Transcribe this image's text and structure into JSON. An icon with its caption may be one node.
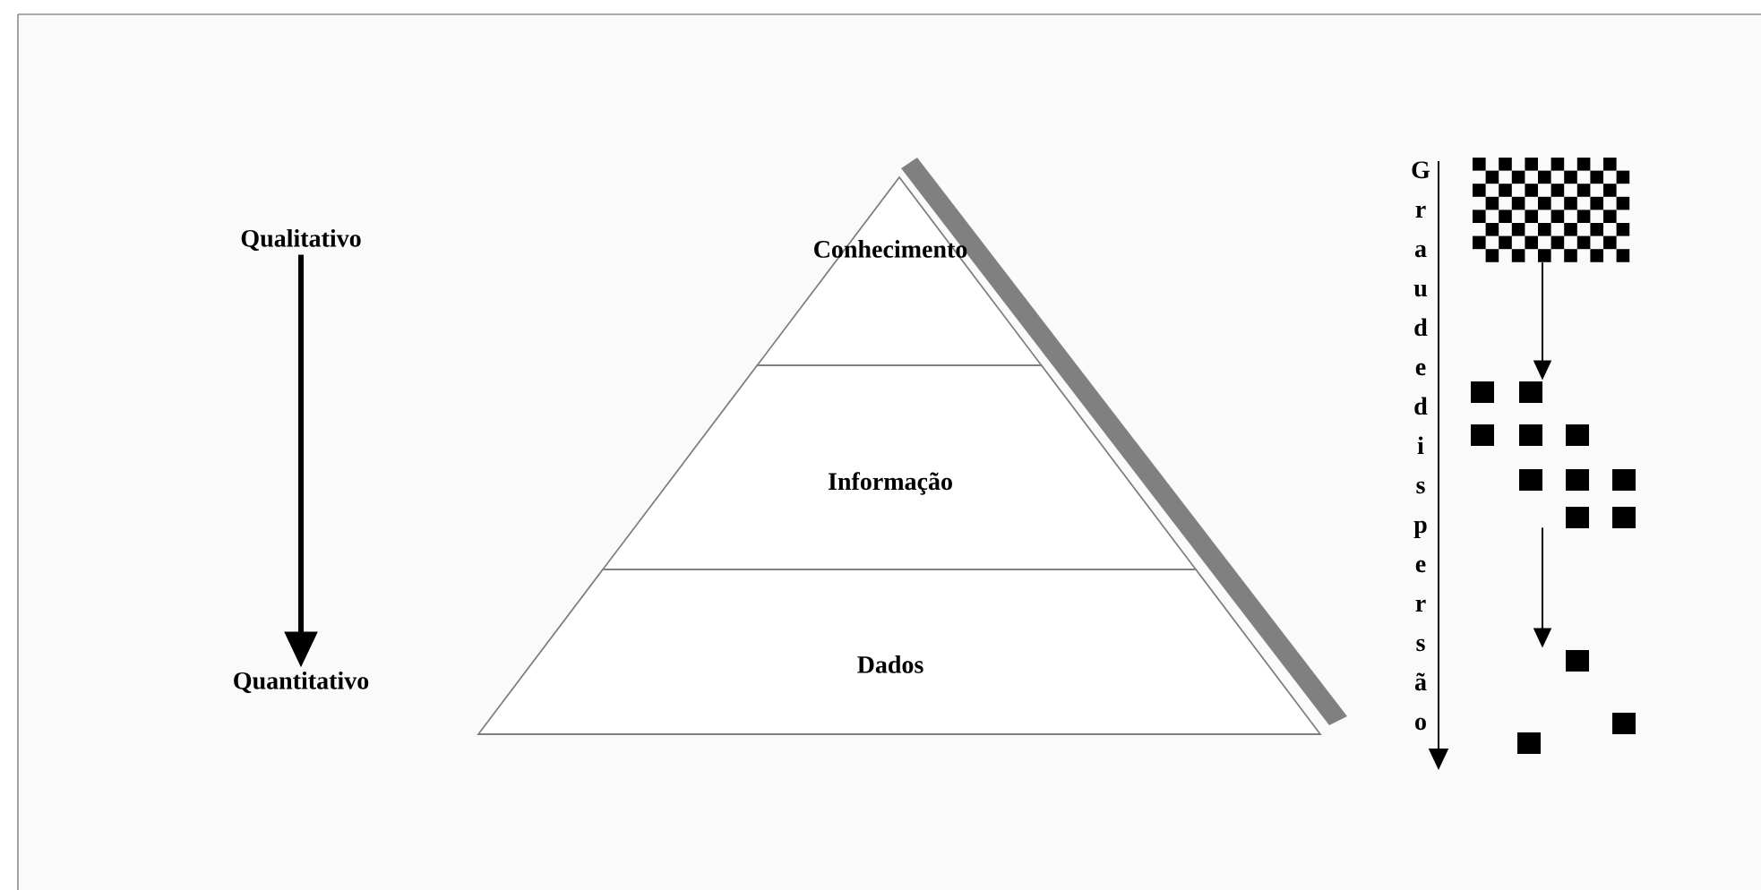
{
  "diagram": {
    "nodes": [
      {
        "text": [
          "Qualitativo"
        ]
      },
      {
        "text": [
          "Quantitativo"
        ]
      },
      {
        "text": [
          "Conhecimento"
        ]
      },
      {
        "text": [
          "Informação"
        ]
      },
      {
        "text": [
          "Dados"
        ]
      },
      {
        "text": [],
        "shape": "grid"
      },
      {
        "text": [],
        "shape": "cluster"
      },
      {
        "text": [],
        "shape": "scatter"
      }
    ],
    "edges": [
      {
        "from": 0,
        "to": 1,
        "arrow": "to",
        "style": "thick"
      },
      {
        "from": 5,
        "to": 6,
        "arrow": "to"
      },
      {
        "from": 6,
        "to": 7,
        "arrow": "to"
      }
    ],
    "labels": [
      "G r a u d e d i s p e r s ã o"
    ]
  }
}
